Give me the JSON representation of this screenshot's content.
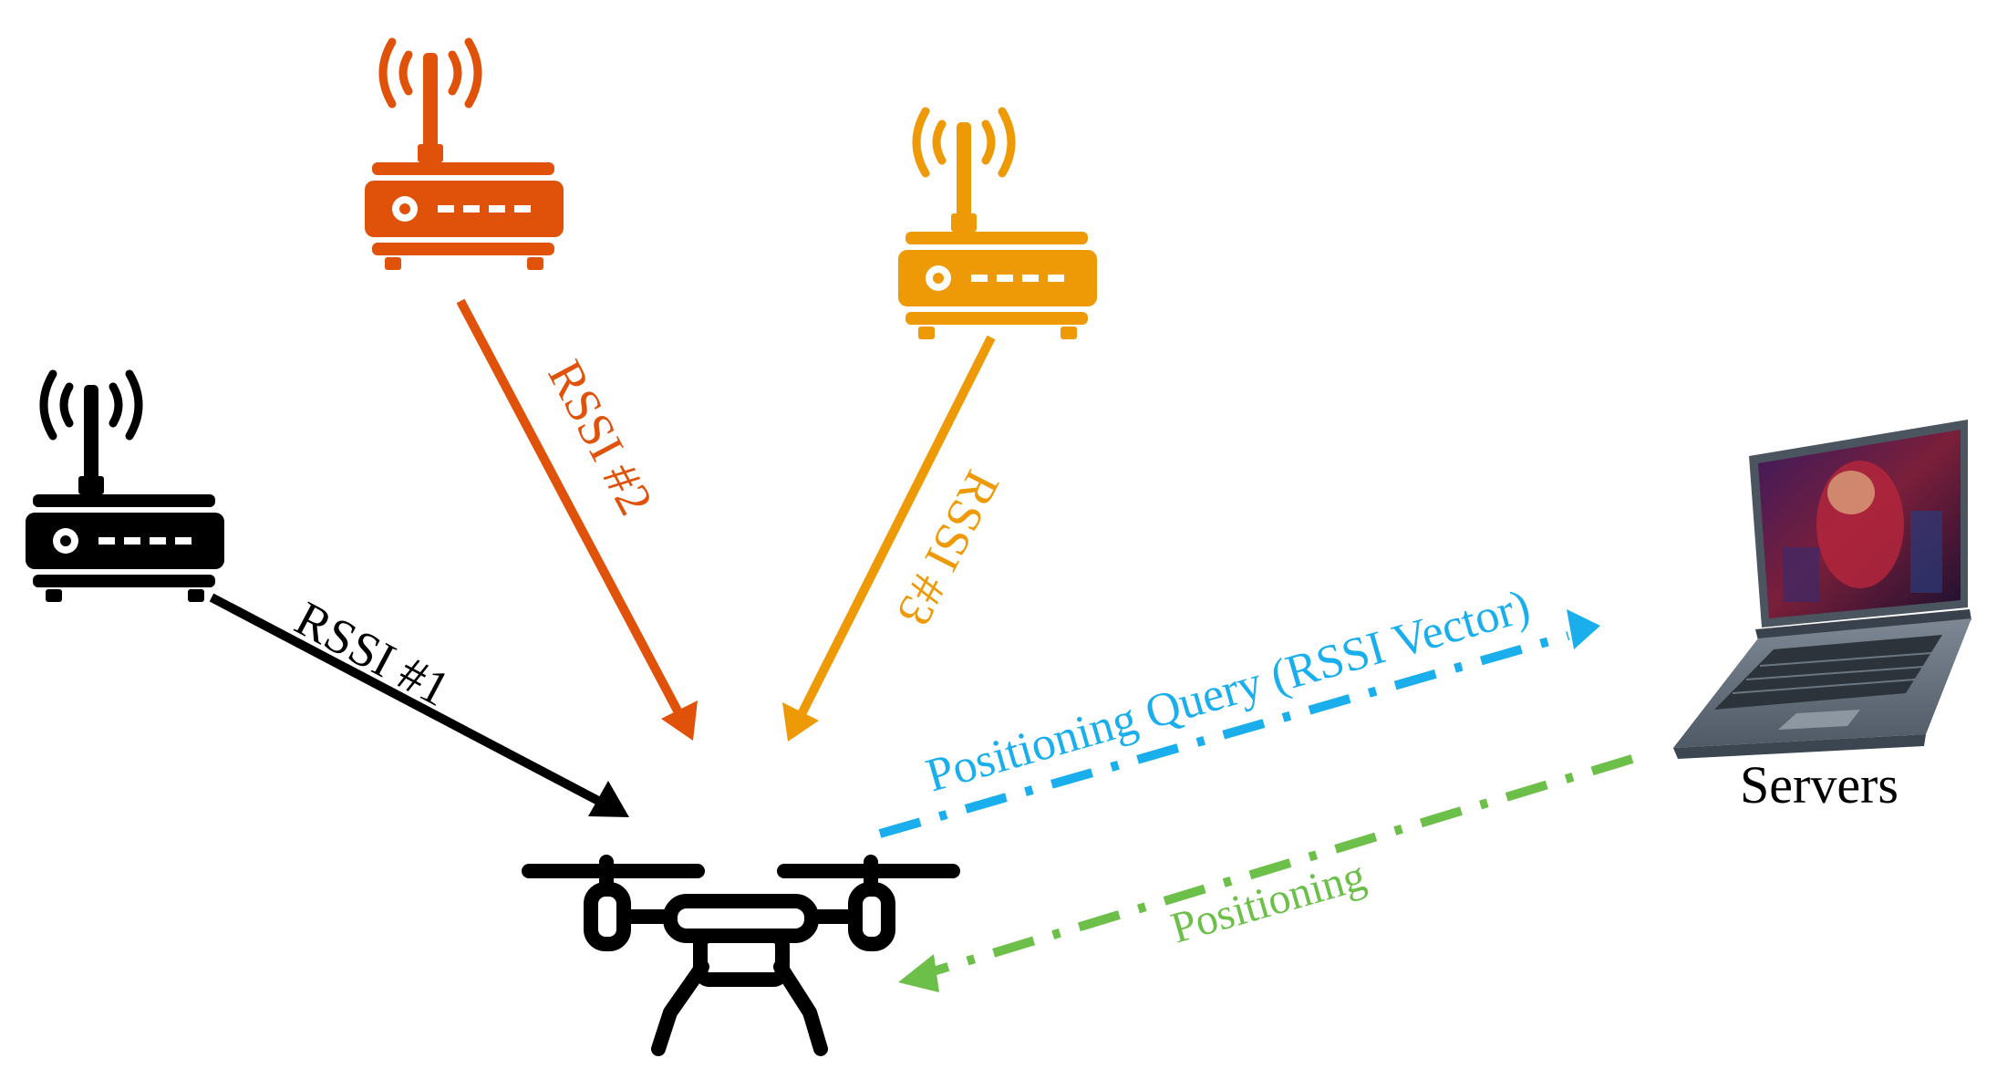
{
  "colors": {
    "router1": "#000000",
    "router2": "#E0520A",
    "router3": "#EE9A06",
    "query": "#1AAFEC",
    "positioning": "#6CC04A",
    "drone": "#000000",
    "laptop_body": "#5E6B78",
    "laptop_screen": "#2A1440"
  },
  "routers": [
    {
      "id": "router-1",
      "label": "RSSI #1",
      "icon": "wifi-router-icon"
    },
    {
      "id": "router-2",
      "label": "RSSI #2",
      "icon": "wifi-router-icon"
    },
    {
      "id": "router-3",
      "label": "RSSI #3",
      "icon": "wifi-router-icon"
    }
  ],
  "links": {
    "query_label": "Positioning Query (RSSI Vector)",
    "positioning_label": "Positioning"
  },
  "server": {
    "label": "Servers",
    "icon": "laptop-icon"
  },
  "drone": {
    "icon": "drone-icon"
  }
}
